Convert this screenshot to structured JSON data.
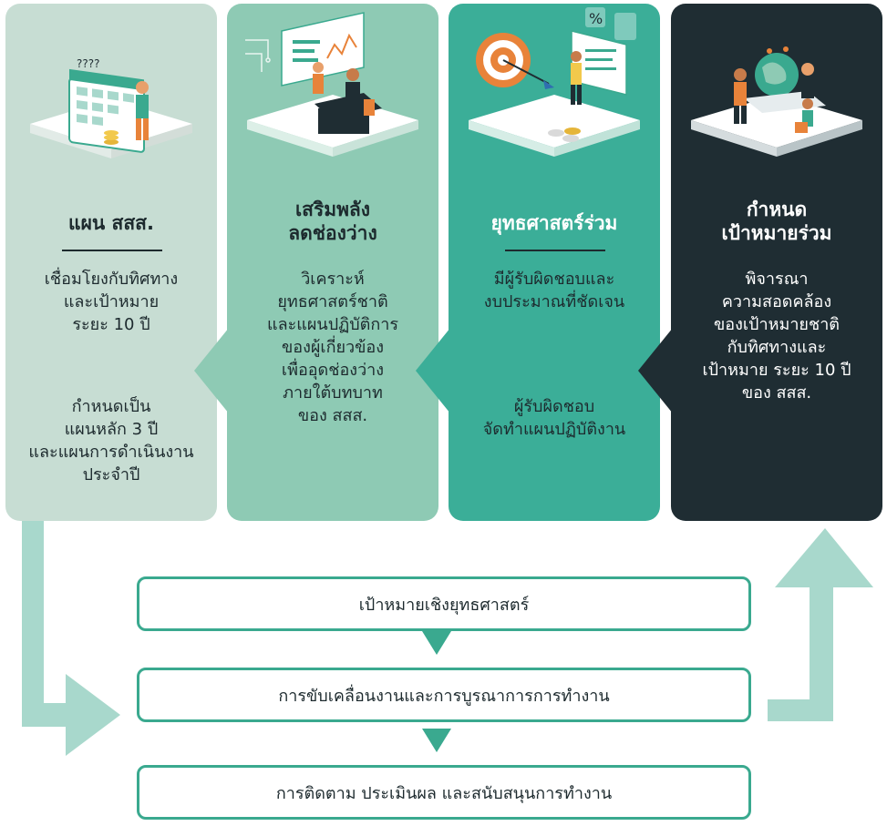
{
  "panels": [
    {
      "title_lines": [
        "แผน สสส."
      ],
      "text1_lines": [
        "เชื่อมโยงกับทิศทาง",
        "และเป้าหมาย",
        "ระยะ 10 ปี"
      ],
      "text2_lines": [
        "กำหนดเป็น",
        "แผนหลัก 3 ปี",
        "และแผนการดำเนินงาน",
        "ประจำปี"
      ],
      "color": "#c7ddd3"
    },
    {
      "title_lines": [
        "เสริมพลัง",
        "ลดช่องว่าง"
      ],
      "text1_lines": [
        "วิเคราะห์",
        "ยุทธศาสตร์ชาติ",
        "และแผนปฏิบัติการ",
        "ของผู้เกี่ยวข้อง",
        "เพื่ออุดช่องว่าง",
        "ภายใต้บทบาท",
        "ของ สสส."
      ],
      "color": "#8ecab4"
    },
    {
      "title_lines": [
        "ยุทธศาสตร์ร่วม"
      ],
      "text1_lines": [
        "มีผู้รับผิดชอบและ",
        "งบประมาณที่ชัดเจน"
      ],
      "text2_lines": [
        "ผู้รับผิดชอบ",
        "จัดทำแผนปฏิบัติงาน"
      ],
      "color": "#3bae98"
    },
    {
      "title_lines": [
        "กำหนด",
        "เป้าหมายร่วม"
      ],
      "text1_lines": [
        "พิจารณา",
        "ความสอดคล้อง",
        "ของเป้าหมายชาติ",
        "กับทิศทางและ",
        "เป้าหมาย ระยะ 10 ปี",
        "ของ สสส."
      ],
      "color": "#1f2d33"
    }
  ],
  "flow_steps": [
    "เป้าหมายเชิงยุทธศาสตร์",
    "การขับเคลื่อนงานและการบูรณาการการทำงาน",
    "การติดตาม ประเมินผล และสนับสนุนการทำงาน"
  ],
  "colors": {
    "accent": "#3aa98f",
    "arrow": "#a8d8cc",
    "dark": "#1f2d33"
  },
  "icons": [
    "calendar-planning-illustration",
    "data-analysis-illustration",
    "target-dart-illustration",
    "team-globe-meeting-illustration"
  ]
}
